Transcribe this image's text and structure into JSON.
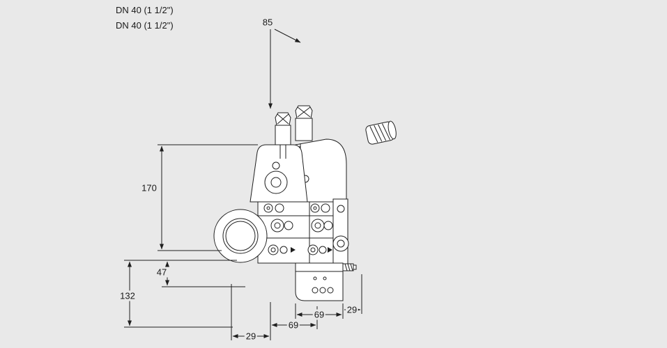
{
  "canvas": {
    "background": "#e9e9e9",
    "stroke_color": "#1f1f1f",
    "fill_color": "#ffffff"
  },
  "connection": {
    "line1": "DN 40 (1 1/2\")",
    "line2": "DN 40 (1 1/2\")"
  },
  "dimensions": {
    "d85": "85",
    "d170": "170",
    "d47": "47",
    "d132": "132",
    "d29_left": "29",
    "d69_left": "69",
    "d69_right": "69",
    "d29_right": "29"
  }
}
